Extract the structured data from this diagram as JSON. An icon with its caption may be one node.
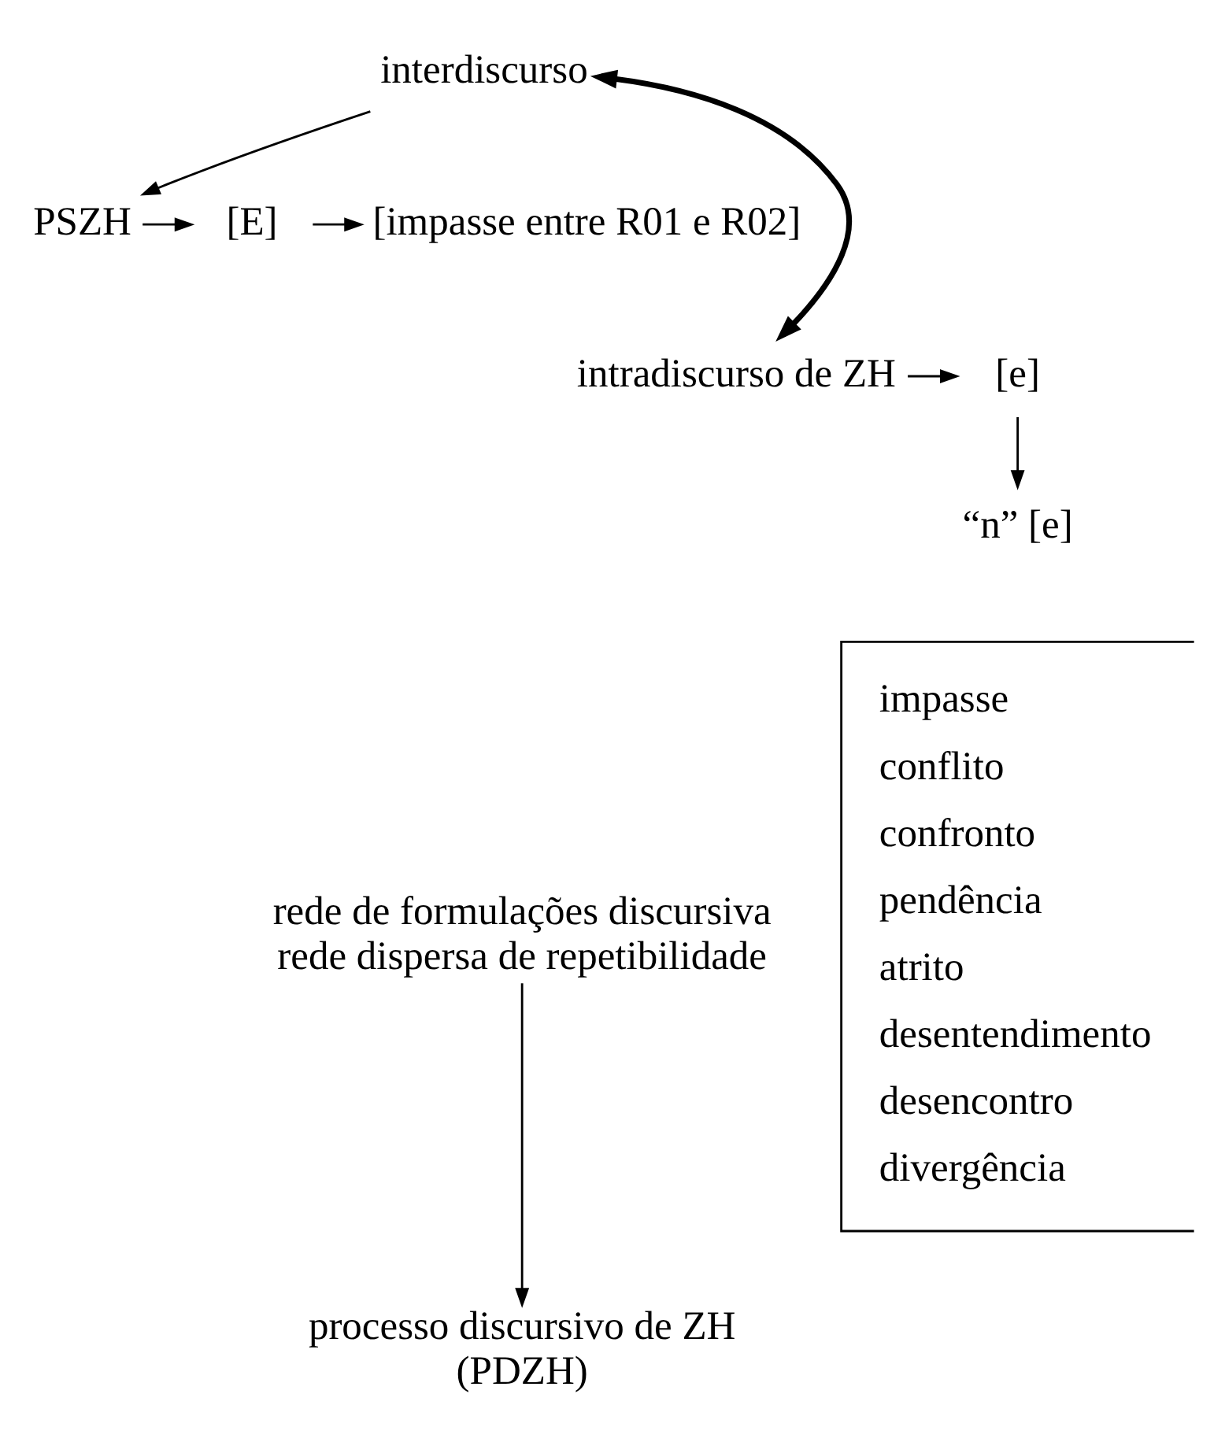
{
  "diagram": {
    "nodes": [
      {
        "text": [
          "interdiscurso"
        ]
      },
      {
        "text": [
          "PSZH"
        ]
      },
      {
        "text": [
          "[E]"
        ]
      },
      {
        "text": [
          "[impasse entre R01 e R02]"
        ]
      },
      {
        "text": [
          "intradiscurso de ZH"
        ]
      },
      {
        "text": [
          "[e]"
        ]
      },
      {
        "text": [
          "“n” [e]"
        ]
      },
      {
        "text": [
          "rede de formulações discursiva",
          "rede dispersa de repetibilidade"
        ]
      },
      {
        "text": [
          "processo discursivo de ZH",
          "(PDZH)"
        ]
      }
    ],
    "edges": [
      {
        "from": 0,
        "to": 1,
        "arrow": "to"
      },
      {
        "from": 1,
        "to": 2,
        "arrow": "to"
      },
      {
        "from": 2,
        "to": 3,
        "arrow": "to"
      },
      {
        "from": 0,
        "to": 4,
        "arrow": "both",
        "style": "thick"
      },
      {
        "from": 4,
        "to": 5,
        "arrow": "to"
      },
      {
        "from": 5,
        "to": 6,
        "arrow": "to"
      },
      {
        "from": 7,
        "to": 8,
        "arrow": "to"
      }
    ],
    "labels": [
      "impasse",
      "conflito",
      "confronto",
      "pendência",
      "atrito",
      "desentendimento",
      "desencontro",
      "divergência"
    ]
  }
}
